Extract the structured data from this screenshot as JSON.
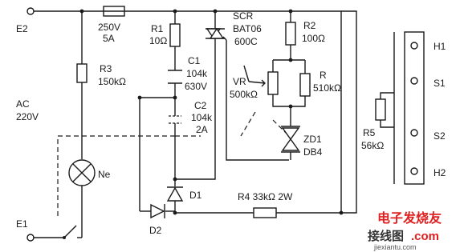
{
  "terminals": {
    "e2": "E2",
    "e1": "E1",
    "h1": "H1",
    "s1": "S1",
    "s2": "S2",
    "h2": "H2"
  },
  "fuse": {
    "line1": "250V",
    "line2": "5A"
  },
  "ac": {
    "line1": "AC",
    "line2": "220V"
  },
  "r1": {
    "name": "R1",
    "value": "10Ω"
  },
  "r2": {
    "name": "R2",
    "value": "100Ω"
  },
  "r3": {
    "name": "R3",
    "value": "150kΩ"
  },
  "r4": {
    "text": "R4  33kΩ  2W"
  },
  "r5": {
    "name": "R5",
    "value": "56kΩ"
  },
  "r": {
    "name": "R",
    "value": "510kΩ"
  },
  "vr": {
    "name": "VR",
    "value": "500kΩ"
  },
  "c1": {
    "name": "C1",
    "value": "104k",
    "voltage": "630V"
  },
  "c2": {
    "name": "C2",
    "value": "104k",
    "voltage": "2A"
  },
  "scr": {
    "line1": "SCR",
    "line2": "BAT06",
    "line3": "600C"
  },
  "zd1": {
    "name": "ZD1",
    "part": "DB4"
  },
  "d1": {
    "name": "D1"
  },
  "d2": {
    "name": "D2"
  },
  "ne": {
    "name": "Ne"
  },
  "watermark": {
    "line1": "电子发烧友",
    "line2": "接线图",
    "line3": ".com",
    "url": "jiexiantu.com"
  },
  "colors": {
    "ink": "#1a1a1a",
    "watermark_red": "#e02020"
  }
}
